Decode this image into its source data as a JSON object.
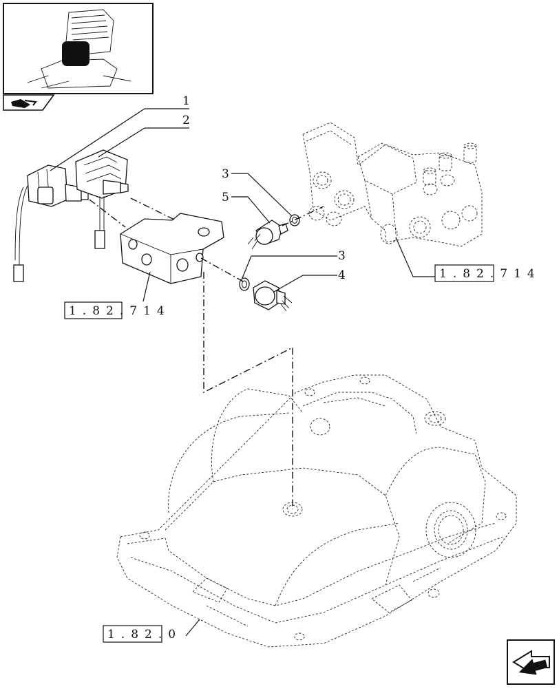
{
  "diagram": {
    "callouts": [
      "1",
      "2",
      "3",
      "5",
      "3",
      "4"
    ],
    "references": {
      "block_ref": "1.82.714",
      "valve_ref": "1.82.714",
      "housing_ref": "1.82.0"
    }
  },
  "icons": {
    "thumbnail": "locator-thumbnail-icon",
    "tab": "page-tab-icon",
    "nav": "next-page-arrow-icon"
  }
}
